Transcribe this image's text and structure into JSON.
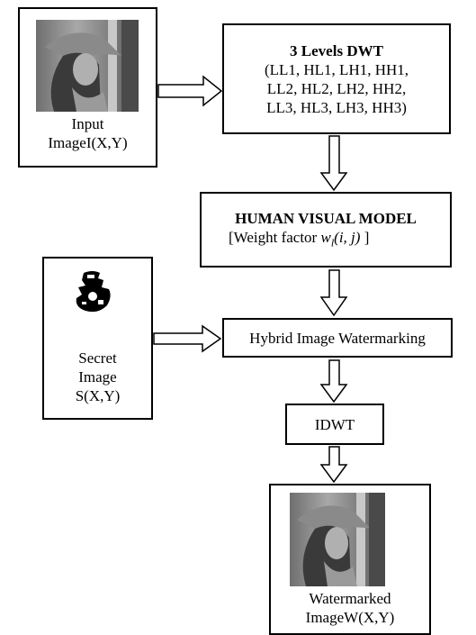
{
  "input_block": {
    "line1": "Input",
    "line2": "ImageI(X,Y)"
  },
  "dwt_block": {
    "title": "3 Levels DWT",
    "line1": "(LL1, HL1, LH1, HH1,",
    "line2": "LL2, HL2, LH2, HH2,",
    "line3": "LL3, HL3, LH3, HH3)"
  },
  "hvm_block": {
    "title": "HUMAN VISUAL MODEL",
    "weight_prefix": "[Weight factor ",
    "weight_symbol": "w",
    "weight_subscript": "l",
    "weight_args": "(i, j)",
    "weight_suffix": " ]"
  },
  "secret_block": {
    "line1": "Secret",
    "line2": "Image",
    "line3": "S(X,Y)"
  },
  "hybrid_block": {
    "label": "Hybrid Image Watermarking"
  },
  "idwt_block": {
    "label": "IDWT"
  },
  "output_block": {
    "line1": "Watermarked",
    "line2": "ImageW(X,Y)"
  }
}
